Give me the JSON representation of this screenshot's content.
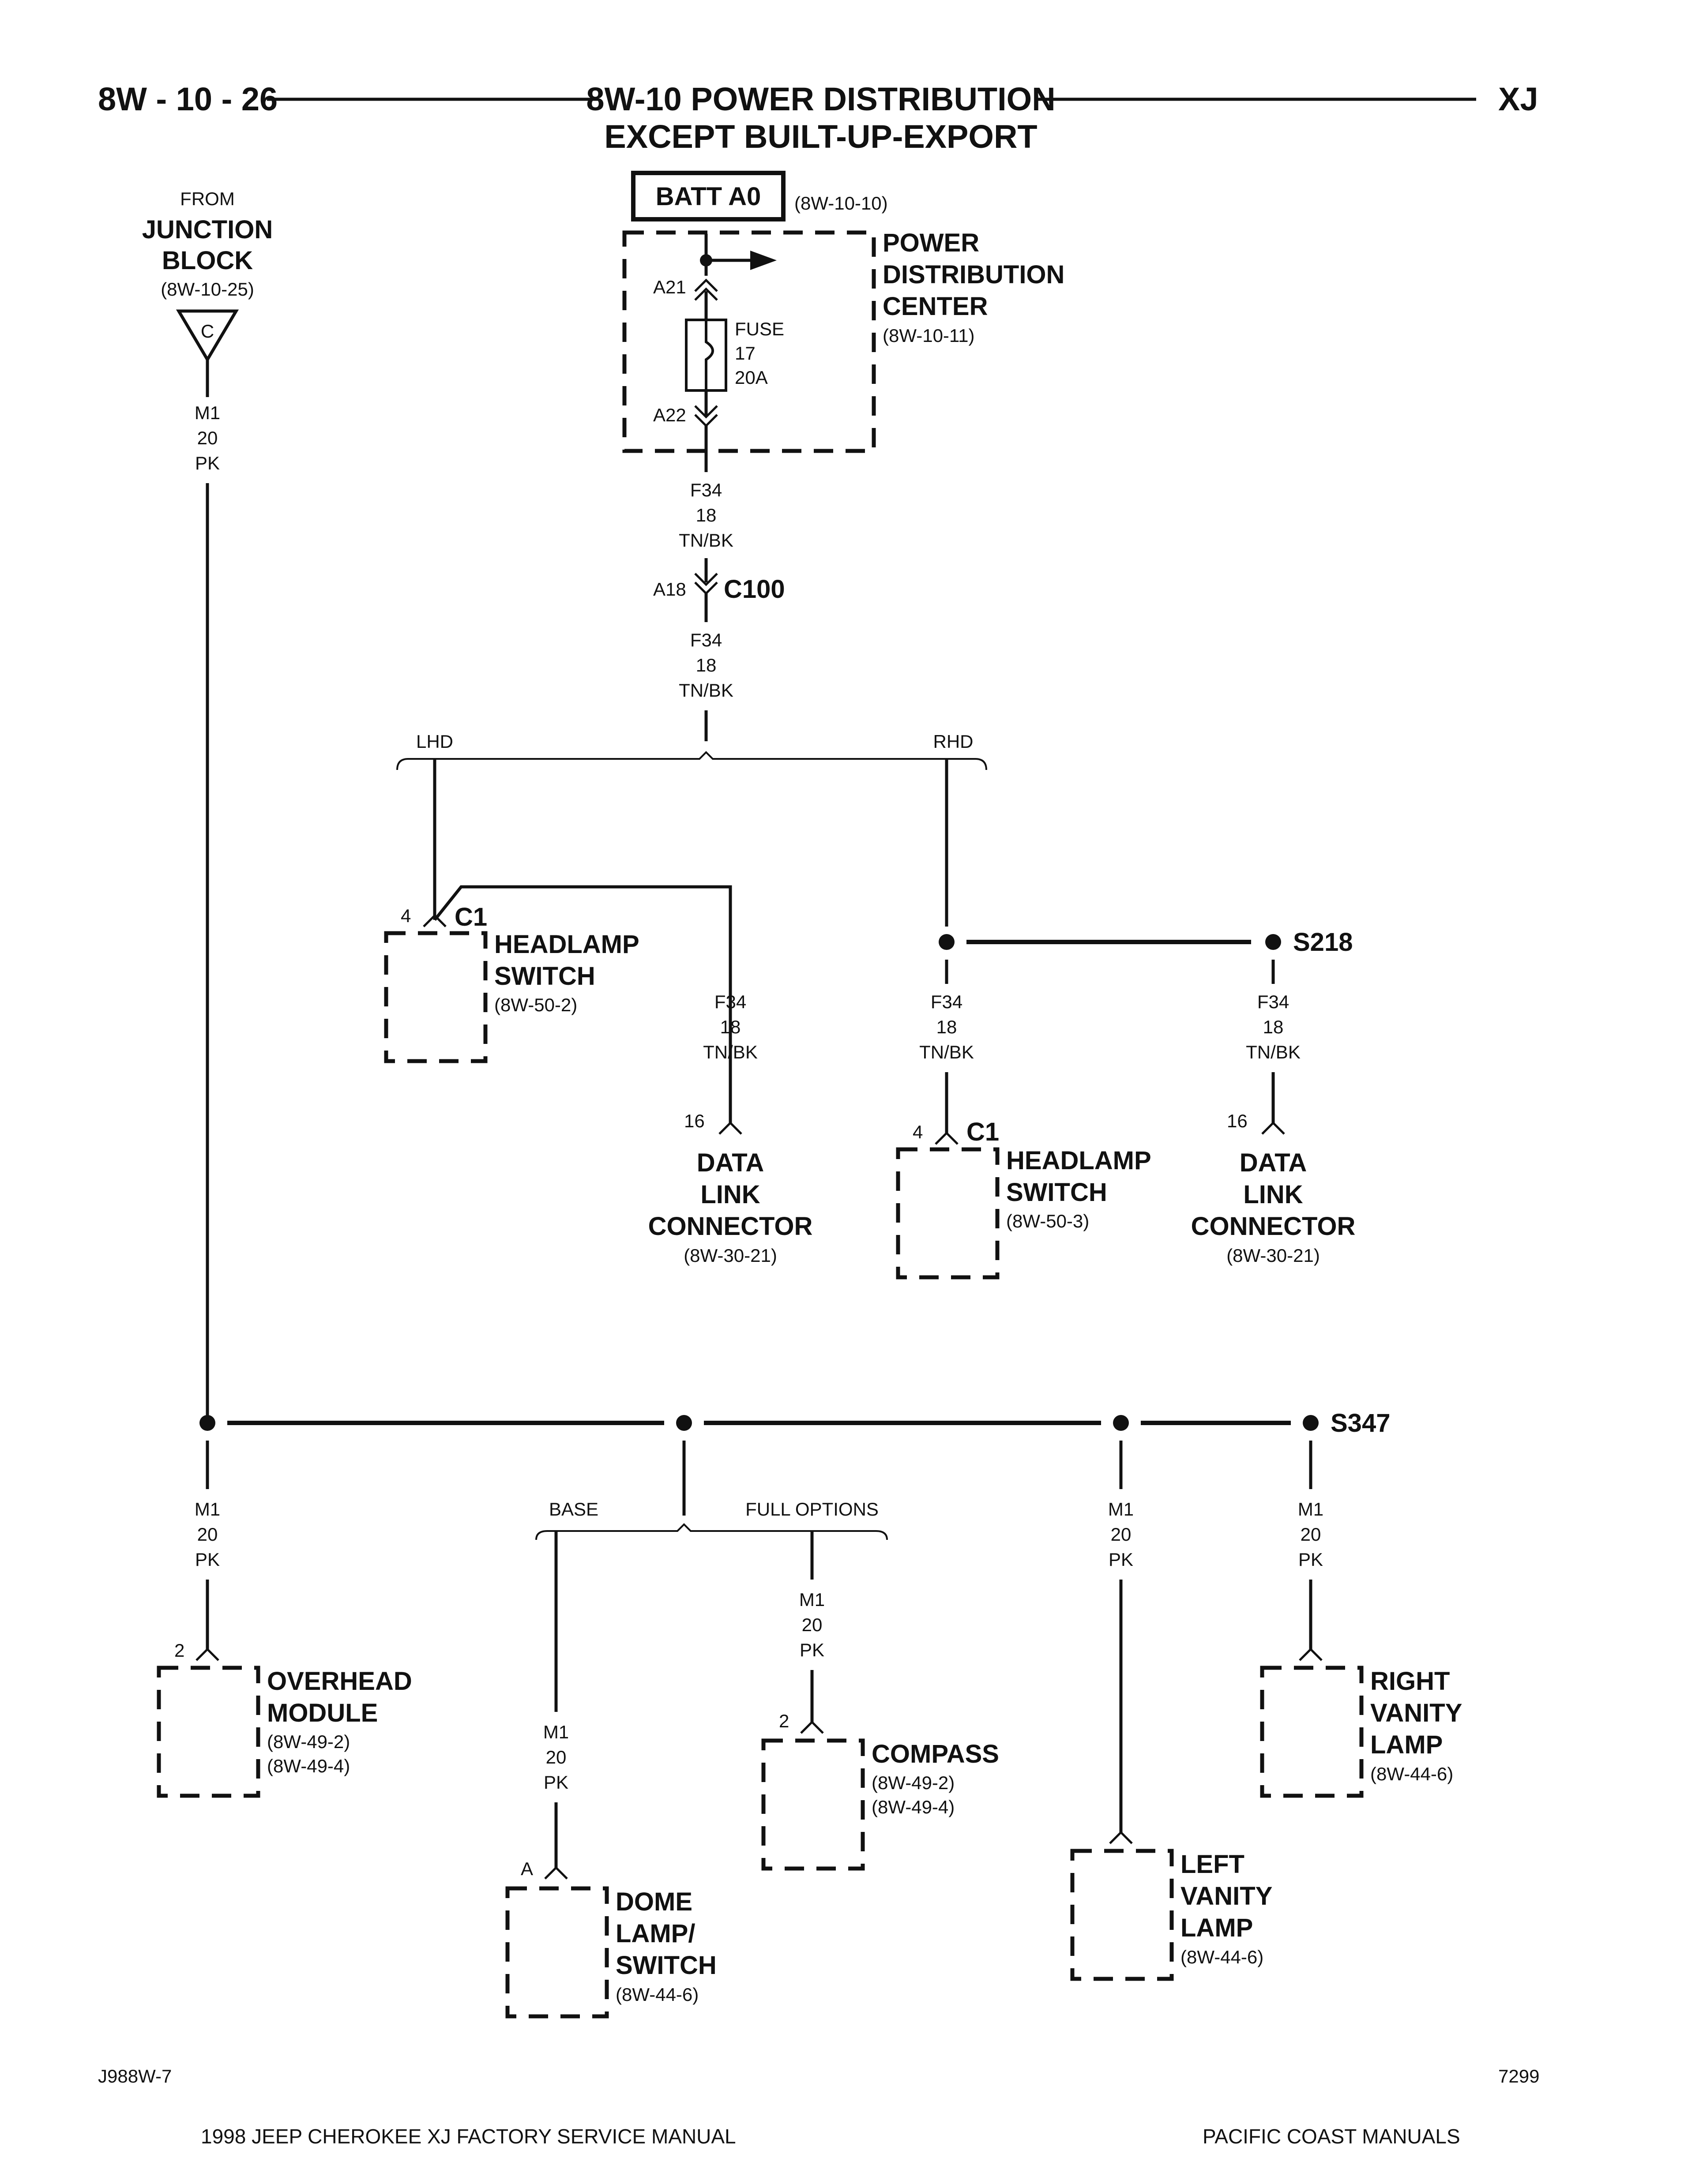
{
  "header": {
    "page_number": "8W - 10 - 26",
    "title_line1": "8W-10 POWER DISTRIBUTION",
    "title_line2": "EXCEPT BUILT-UP-EXPORT",
    "model": "XJ"
  },
  "junction_block": {
    "from": "FROM",
    "name1": "JUNCTION",
    "name2": "BLOCK",
    "ref": "(8W-10-25)",
    "terminal": "C",
    "wire": [
      "M1",
      "20",
      "PK"
    ]
  },
  "batt": {
    "label": "BATT A0",
    "ref": "(8W-10-10)"
  },
  "pdc": {
    "name1": "POWER",
    "name2": "DISTRIBUTION",
    "name3": "CENTER",
    "ref": "(8W-10-11)",
    "pin_in": "A21",
    "pin_out": "A22",
    "fuse_label": "FUSE",
    "fuse_number": "17",
    "fuse_rating": "20A"
  },
  "wire_f34": [
    "F34",
    "18",
    "TN/BK"
  ],
  "connector_c100": {
    "name": "C100",
    "pin": "A18"
  },
  "branch_lhd_rhd": {
    "left": "LHD",
    "right": "RHD"
  },
  "headlamp_switch_lhd": {
    "pin": "4",
    "connector": "C1",
    "name1": "HEADLAMP",
    "name2": "SWITCH",
    "ref": "(8W-50-2)"
  },
  "dlc_lhd": {
    "pin": "16",
    "name1": "DATA",
    "name2": "LINK",
    "name3": "CONNECTOR",
    "ref": "(8W-30-21)"
  },
  "splice_s218": "S218",
  "headlamp_switch_rhd": {
    "pin": "4",
    "connector": "C1",
    "name1": "HEADLAMP",
    "name2": "SWITCH",
    "ref": "(8W-50-3)"
  },
  "dlc_rhd": {
    "pin": "16",
    "name1": "DATA",
    "name2": "LINK",
    "name3": "CONNECTOR",
    "ref": "(8W-30-21)"
  },
  "splice_s347": "S347",
  "wire_m1": [
    "M1",
    "20",
    "PK"
  ],
  "overhead_module": {
    "pin": "2",
    "name1": "OVERHEAD",
    "name2": "MODULE",
    "ref1": "(8W-49-2)",
    "ref2": "(8W-49-4)"
  },
  "branch_base_full": {
    "left": "BASE",
    "right": "FULL OPTIONS"
  },
  "dome_lamp": {
    "pin": "A",
    "name1": "DOME",
    "name2": "LAMP/",
    "name3": "SWITCH",
    "ref": "(8W-44-6)"
  },
  "compass": {
    "pin": "2",
    "name": "COMPASS",
    "ref1": "(8W-49-2)",
    "ref2": "(8W-49-4)"
  },
  "left_vanity": {
    "name1": "LEFT",
    "name2": "VANITY",
    "name3": "LAMP",
    "ref": "(8W-44-6)"
  },
  "right_vanity": {
    "name1": "RIGHT",
    "name2": "VANITY",
    "name3": "LAMP",
    "ref": "(8W-44-6)"
  },
  "footer": {
    "drawing_id": "J988W-7",
    "drawing_number": "7299",
    "manual": "1998 JEEP CHEROKEE XJ FACTORY SERVICE MANUAL",
    "publisher": "PACIFIC COAST MANUALS"
  }
}
